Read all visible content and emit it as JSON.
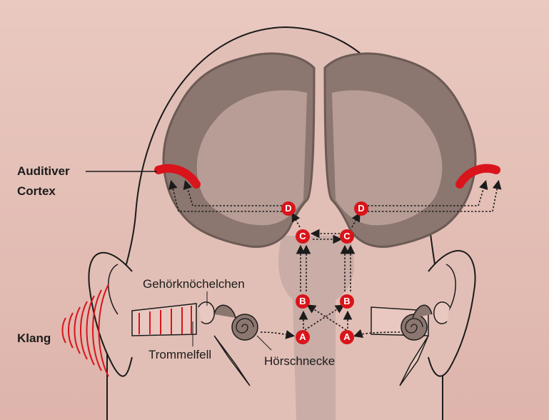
{
  "labels": {
    "auditory_cortex_line1": "Auditiver",
    "auditory_cortex_line2": "Cortex",
    "sound": "Klang",
    "ossicles": "Gehörknöchelchen",
    "eardrum": "Trommelfell",
    "cochlea": "Hörschnecke"
  },
  "nodes": {
    "a": "A",
    "b": "B",
    "c": "C",
    "d": "D"
  },
  "colors": {
    "background": "#e4c0b7",
    "brain": "#8c7670",
    "pathway": "#b9a09a",
    "accent": "#d9141b",
    "outline": "#1b1b1b"
  }
}
